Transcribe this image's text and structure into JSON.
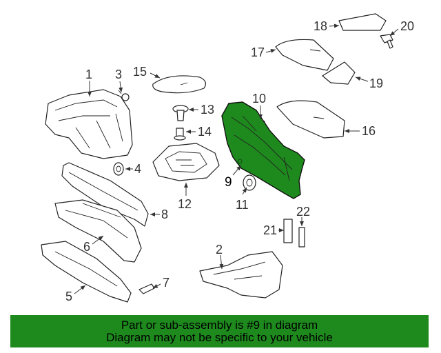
{
  "banner": {
    "line1": "Part or sub-assembly is #9 in diagram",
    "line2": "Diagram may not be specific to your vehicle"
  },
  "callouts": [
    "1",
    "2",
    "3",
    "4",
    "5",
    "6",
    "7",
    "8",
    "9",
    "10",
    "11",
    "12",
    "13",
    "14",
    "15",
    "16",
    "17",
    "18",
    "19",
    "20",
    "21",
    "22"
  ],
  "colors": {
    "highlight": "#1e8a1e",
    "line": "#222222",
    "banner": "#1e8a1e"
  }
}
